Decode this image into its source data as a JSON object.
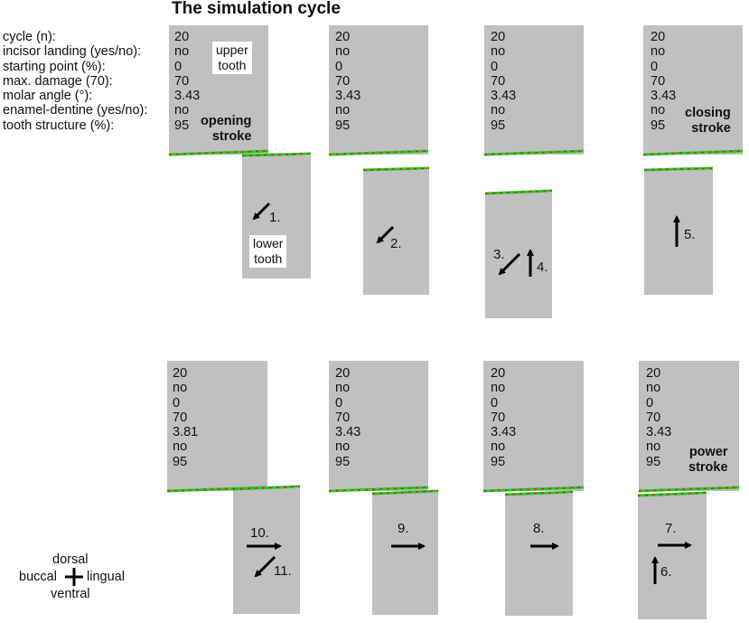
{
  "title": "The simulation cycle",
  "parameters": [
    "cycle (n):",
    "incisor landing (yes/no):",
    "starting point (%):",
    "max. damage (70):",
    "molar angle (°):",
    "enamel-dentine (yes/no):",
    "tooth structure (%):"
  ],
  "panels": [
    {
      "values": [
        "20",
        "no",
        "0",
        "70",
        "3.43",
        "no",
        "95"
      ]
    },
    {
      "values": [
        "20",
        "no",
        "0",
        "70",
        "3.43",
        "no",
        "95"
      ]
    },
    {
      "values": [
        "20",
        "no",
        "0",
        "70",
        "3.43",
        "no",
        "95"
      ]
    },
    {
      "values": [
        "20",
        "no",
        "0",
        "70",
        "3.43",
        "no",
        "95"
      ]
    },
    {
      "values": [
        "20",
        "no",
        "0",
        "70",
        "3.81",
        "no",
        "95"
      ]
    },
    {
      "values": [
        "20",
        "no",
        "0",
        "70",
        "3.43",
        "no",
        "95"
      ]
    },
    {
      "values": [
        "20",
        "no",
        "0",
        "70",
        "3.43",
        "no",
        "95"
      ]
    },
    {
      "values": [
        "20",
        "no",
        "0",
        "70",
        "3.43",
        "no",
        "95"
      ]
    }
  ],
  "labels": {
    "upper_tooth": [
      "upper",
      "tooth"
    ],
    "lower_tooth": [
      "lower",
      "tooth"
    ],
    "opening_stroke": [
      "opening",
      "stroke"
    ],
    "closing_stroke": [
      "closing",
      "stroke"
    ],
    "power_stroke": [
      "power",
      "stroke"
    ]
  },
  "steps": [
    "1.",
    "2.",
    "3.",
    "4.",
    "5.",
    "6.",
    "7.",
    "8.",
    "9.",
    "10.",
    "11."
  ],
  "compass": {
    "dorsal": "dorsal",
    "ventral": "ventral",
    "buccal": "buccal",
    "lingual": "lingual"
  },
  "colors": {
    "tooth": "#c0c0c0",
    "edge_green": "#22cc22",
    "edge_red": "#dd2222",
    "arrow": "#000000"
  }
}
